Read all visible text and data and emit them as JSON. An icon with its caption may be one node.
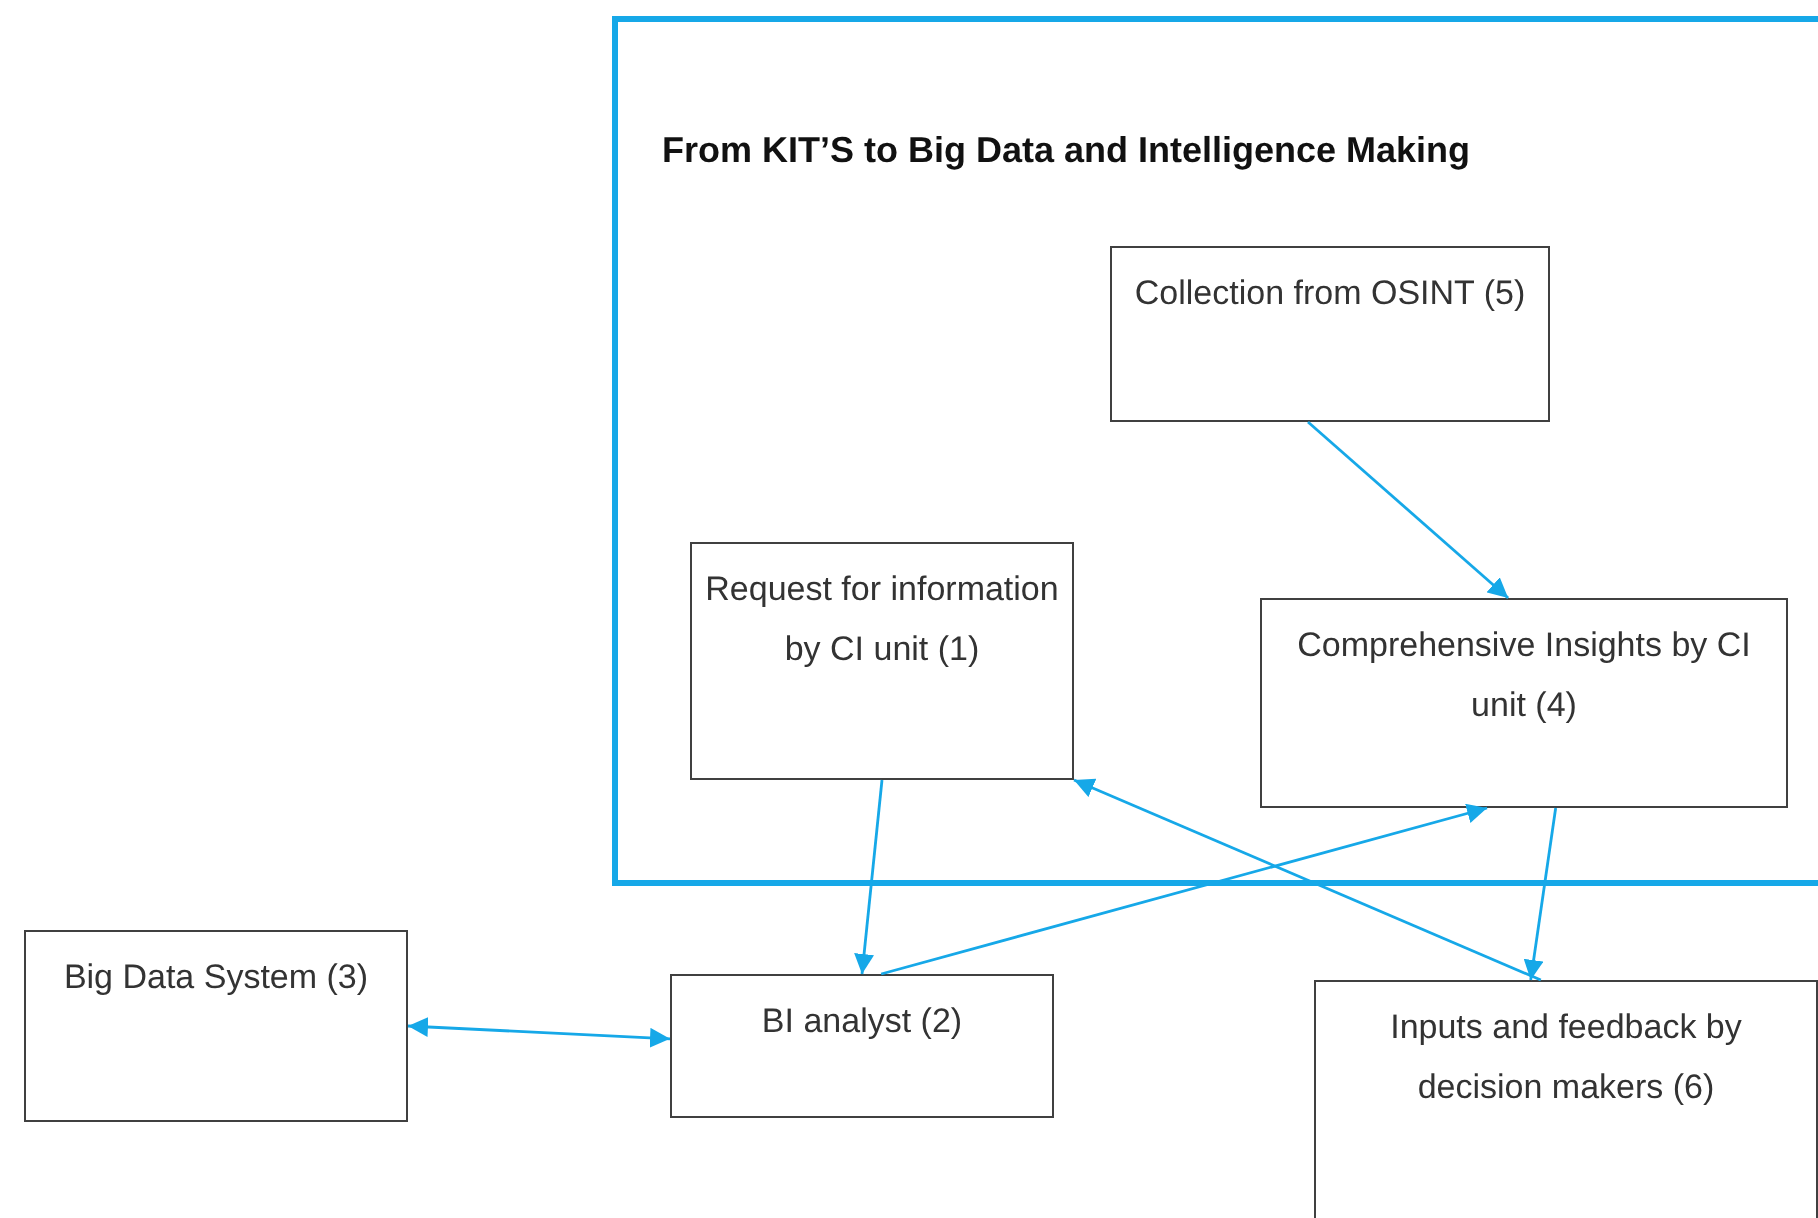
{
  "diagram": {
    "nodes": [
      {
        "text": [
          "From KIT’S to Big Data and Intelligence Making"
        ]
      },
      {
        "text": [
          "Collection from OSINT (5)"
        ],
        "in": 0
      },
      {
        "text": [
          "Request for information by CI unit (1)"
        ],
        "in": 0
      },
      {
        "text": [
          "Comprehensive Insights by CI unit (4)"
        ],
        "in": 0
      },
      {
        "text": [
          "Big Data System (3)"
        ]
      },
      {
        "text": [
          "BI analyst (2)"
        ]
      },
      {
        "text": [
          "Inputs and feedback by decision makers (6)"
        ]
      }
    ],
    "edges": [
      {
        "from": 1,
        "to": 3,
        "arrow": "to"
      },
      {
        "from": 2,
        "to": 5,
        "arrow": "to"
      },
      {
        "from": 5,
        "to": 3,
        "arrow": "to"
      },
      {
        "from": 6,
        "to": 2,
        "arrow": "to"
      },
      {
        "from": 3,
        "to": 6,
        "arrow": "to"
      },
      {
        "from": 4,
        "to": 5,
        "arrow": "both"
      }
    ]
  }
}
